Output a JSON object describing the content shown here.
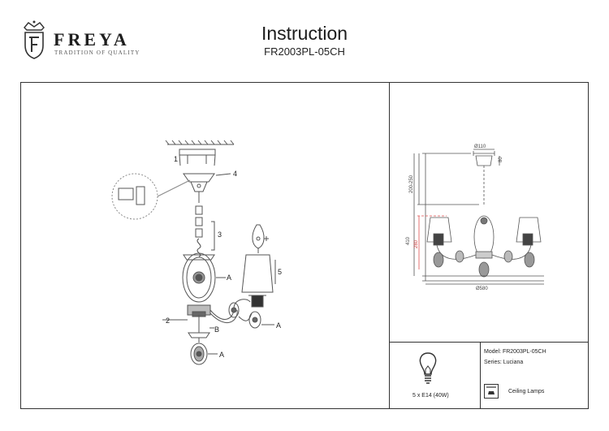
{
  "header": {
    "brand_name": "FREYA",
    "brand_tagline": "TRADITION OF QUALITY",
    "title": "Instruction",
    "model_code": "FR2003PL-05CH"
  },
  "assembly": {
    "callouts": [
      "1",
      "2",
      "3",
      "4",
      "5",
      "A",
      "B",
      "A",
      "A"
    ]
  },
  "dimensions": {
    "canopy_diameter": "Ø110",
    "canopy_height": "80",
    "chain_range": "200-250",
    "total_height": "410",
    "body_height": "280",
    "width": "Ø580"
  },
  "specs": {
    "bulb": "5 x E14 (40W)",
    "model_line": "Model: FR2003PL-05CH",
    "series_line": "Series: Luciana",
    "type_line": "Ceiling Lamps"
  },
  "icons": [
    "crest-logo-icon",
    "bulb-icon",
    "ceiling-lamp-icon"
  ]
}
